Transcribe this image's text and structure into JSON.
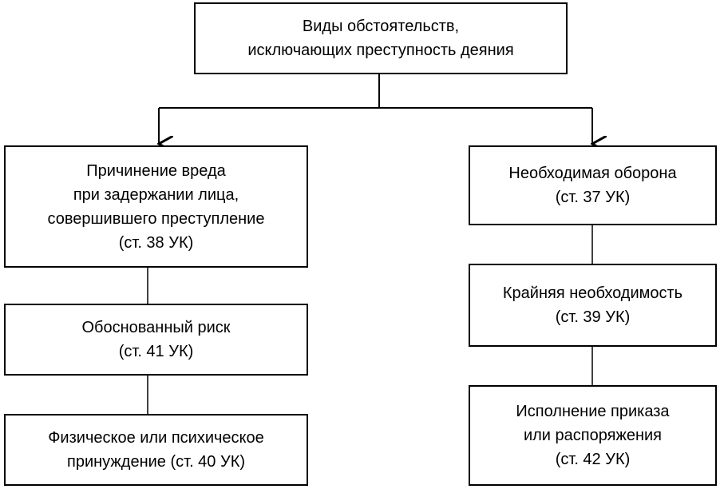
{
  "diagram": {
    "root": {
      "lines": [
        "Виды обстоятельств,",
        "исключающих преступность деяния"
      ]
    },
    "left_column": [
      {
        "lines": [
          "Причинение вреда",
          "при задержании лица,",
          "совершившего преступление",
          "(ст. 38 УК)"
        ]
      },
      {
        "lines": [
          "Обоснованный риск",
          "(ст. 41 УК)"
        ]
      },
      {
        "lines": [
          "Физическое или психическое",
          "принуждение (ст. 40 УК)"
        ]
      }
    ],
    "right_column": [
      {
        "lines": [
          "Необходимая оборона",
          "(ст. 37 УК)"
        ]
      },
      {
        "lines": [
          "Крайняя необходимость",
          "(ст. 39 УК)"
        ]
      },
      {
        "lines": [
          "Исполнение приказа",
          "или распоряжения",
          "(ст. 42 УК)"
        ]
      }
    ]
  }
}
